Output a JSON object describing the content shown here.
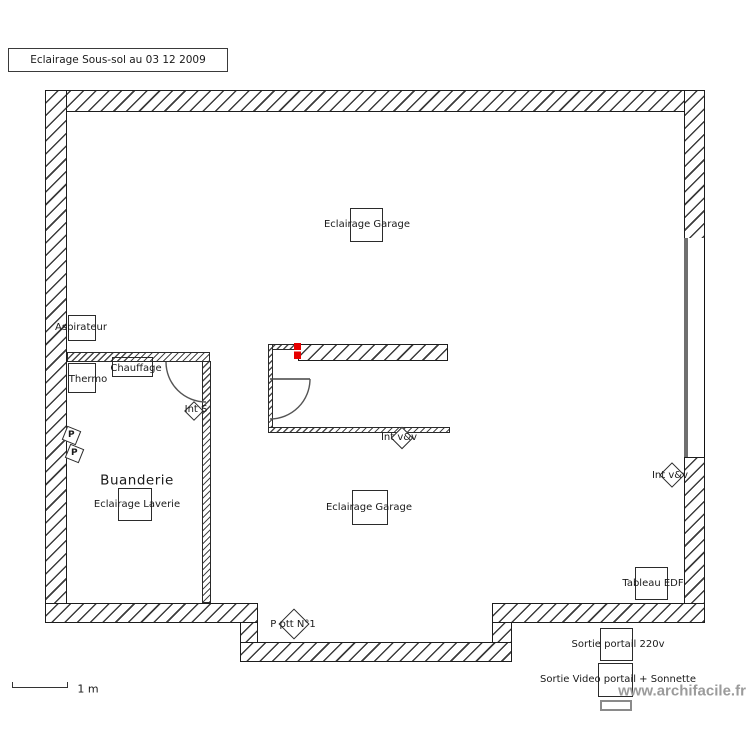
{
  "title": "Eclairage Sous-sol au 03 12 2009",
  "watermark": "www.archifacile.fr",
  "scale_label": "1 m",
  "colors": {
    "red_marker": "#e60000",
    "watermark_grey": "#9b9b9b",
    "wall_line": "#1d1d1d"
  },
  "labels": {
    "eclairage_garage_top": "Eclairage Garage",
    "eclairage_garage_bottom": "Eclairage Garage",
    "aspirateur": "Aspirateur",
    "chauffage": "Chauffage",
    "thermo": "Thermo",
    "int_s": "Int S",
    "int_vv_mid": "Int v&v",
    "int_vv_right": "Int v&v",
    "buanderie": "Buanderie",
    "eclairage_laverie": "Eclairage Laverie",
    "tableau_edf": "Tableau EDF",
    "p_ptt": "P ptt N°1",
    "sortie_portail": "Sortie portail 220v",
    "sortie_video": "Sortie Video portail + Sonnette",
    "p_socket": "P"
  }
}
